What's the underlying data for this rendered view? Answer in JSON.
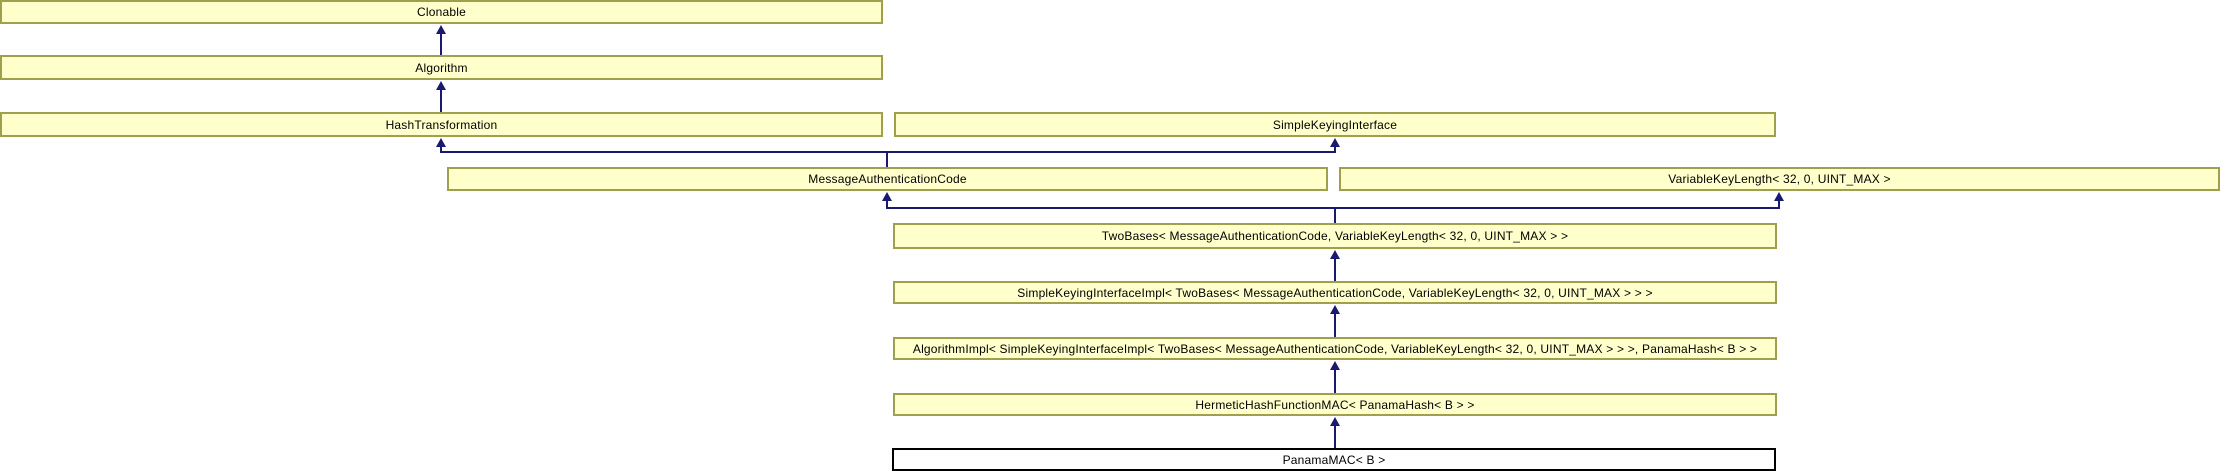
{
  "diagram": {
    "type": "class-inheritance",
    "colors": {
      "node_fill": "#ffffcc",
      "node_border": "#9f9f4c",
      "edge": "#191970",
      "focus_fill": "#ffffff",
      "focus_border": "#000000",
      "background": "#ffffff",
      "text": "#000000"
    },
    "nodes": [
      {
        "id": "clonable",
        "label": "Clonable"
      },
      {
        "id": "algorithm",
        "label": "Algorithm"
      },
      {
        "id": "hash_transformation",
        "label": "HashTransformation"
      },
      {
        "id": "simple_keying_interface",
        "label": "SimpleKeyingInterface"
      },
      {
        "id": "message_authentication_code",
        "label": "MessageAuthenticationCode"
      },
      {
        "id": "variable_key_length",
        "label": "VariableKeyLength< 32, 0, UINT_MAX >"
      },
      {
        "id": "two_bases",
        "label": "TwoBases< MessageAuthenticationCode, VariableKeyLength< 32, 0, UINT_MAX > >"
      },
      {
        "id": "simple_keying_interface_impl",
        "label": "SimpleKeyingInterfaceImpl< TwoBases< MessageAuthenticationCode, VariableKeyLength< 32, 0, UINT_MAX > > >"
      },
      {
        "id": "algorithm_impl",
        "label": "AlgorithmImpl< SimpleKeyingInterfaceImpl< TwoBases< MessageAuthenticationCode, VariableKeyLength< 32, 0, UINT_MAX > > >, PanamaHash< B > >"
      },
      {
        "id": "hermetic_hash_function_mac",
        "label": "HermeticHashFunctionMAC< PanamaHash< B > >"
      },
      {
        "id": "panama_mac",
        "label": "PanamaMAC< B >",
        "focus": true
      }
    ],
    "edges": [
      {
        "from": "algorithm",
        "to": "clonable"
      },
      {
        "from": "hash_transformation",
        "to": "algorithm"
      },
      {
        "from": "message_authentication_code",
        "to": "hash_transformation"
      },
      {
        "from": "message_authentication_code",
        "to": "simple_keying_interface"
      },
      {
        "from": "two_bases",
        "to": "message_authentication_code"
      },
      {
        "from": "two_bases",
        "to": "variable_key_length"
      },
      {
        "from": "simple_keying_interface_impl",
        "to": "two_bases"
      },
      {
        "from": "algorithm_impl",
        "to": "simple_keying_interface_impl"
      },
      {
        "from": "hermetic_hash_function_mac",
        "to": "algorithm_impl"
      },
      {
        "from": "panama_mac",
        "to": "hermetic_hash_function_mac"
      }
    ]
  }
}
